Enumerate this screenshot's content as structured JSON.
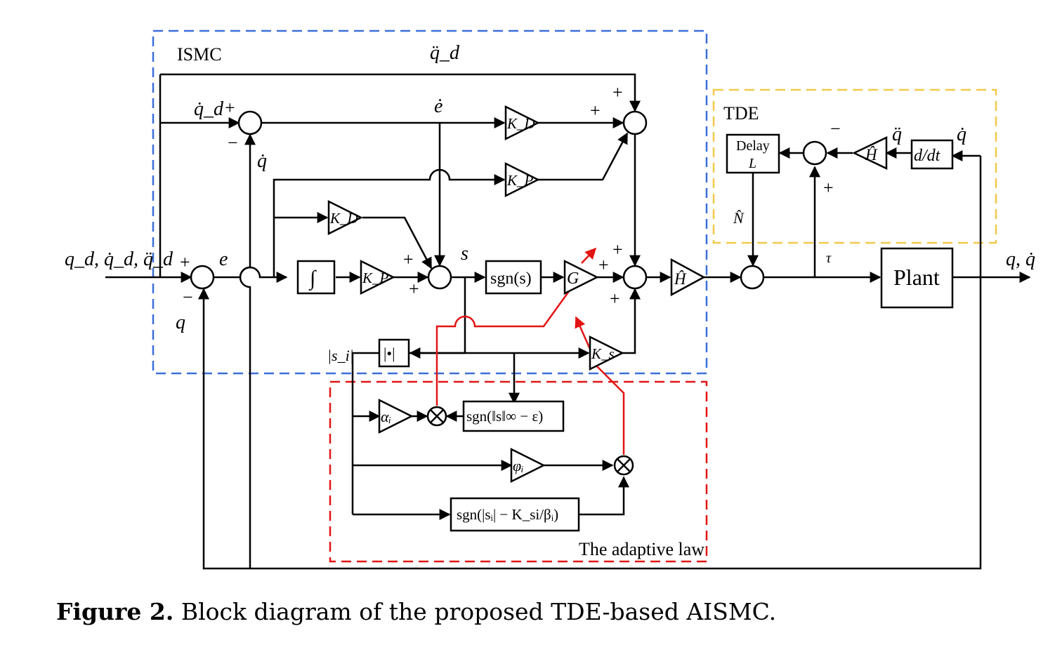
{
  "regions": {
    "ismc": "ISMC",
    "tde": "TDE",
    "adaptive": "The adaptive law"
  },
  "signals": {
    "input": "q_d, q̇_d, q̈_d",
    "output": "q, q̇",
    "qd_ddot": "q̈_d",
    "qd_dot": "q̇_d",
    "q_dot": "q̇",
    "e_dot": "ė",
    "e": "e",
    "q": "q",
    "s": "s",
    "tau": "τ",
    "N_hat": "N̂",
    "q_ddot_tde": "q̈",
    "q_dot_tde": "q̇",
    "abs_si": "|s_i|"
  },
  "blocks": {
    "integrator": "∫",
    "sgn_s": "sgn(s)",
    "plant": "Plant",
    "delay_line1": "Delay",
    "delay_line2": "L",
    "ddt": "d/dt",
    "abs": "|•|",
    "sgn_norm": "sgn(‖s‖∞ − ε)",
    "sgn_ks": "sgn(|sᵢ| − K_si/βᵢ)"
  },
  "gains": {
    "kd1": "K_D",
    "kp1": "K_P",
    "kd2": "K_D",
    "kp2": "K_P",
    "g": "G",
    "h_hat": "Ĥ",
    "h_hat_tde": "Ĥ",
    "ks": "K_s",
    "alpha": "αᵢ",
    "phi": "φᵢ"
  },
  "signs": {
    "plus": "+",
    "minus": "−"
  },
  "caption": {
    "label": "Figure 2.",
    "text": "Block diagram of the proposed TDE-based AISMC."
  },
  "colors": {
    "ismc_border": "#3b6fd9",
    "tde_border": "#f2c94c",
    "adaptive_border": "#e31414",
    "adaptive_wire": "#e31414"
  }
}
